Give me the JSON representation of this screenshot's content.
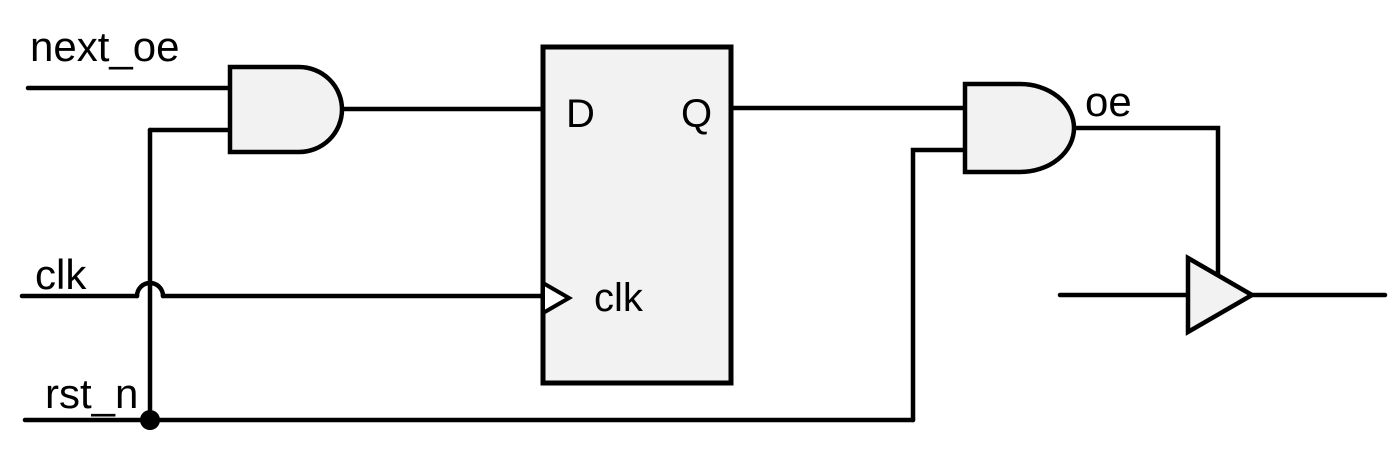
{
  "diagram_type": "logic-circuit-schematic",
  "signals": {
    "next_oe": "next_oe",
    "clk": "clk",
    "rst_n": "rst_n",
    "oe": "oe"
  },
  "flip_flop": {
    "d_port": "D",
    "q_port": "Q",
    "clk_port": "clk"
  },
  "components": [
    "and-gate-input",
    "d-flip-flop",
    "and-gate-output",
    "tristate-buffer"
  ],
  "colors": {
    "wire": "#000000",
    "gate_fill": "#f2f2f2",
    "background": "#ffffff",
    "text": "#000000"
  }
}
